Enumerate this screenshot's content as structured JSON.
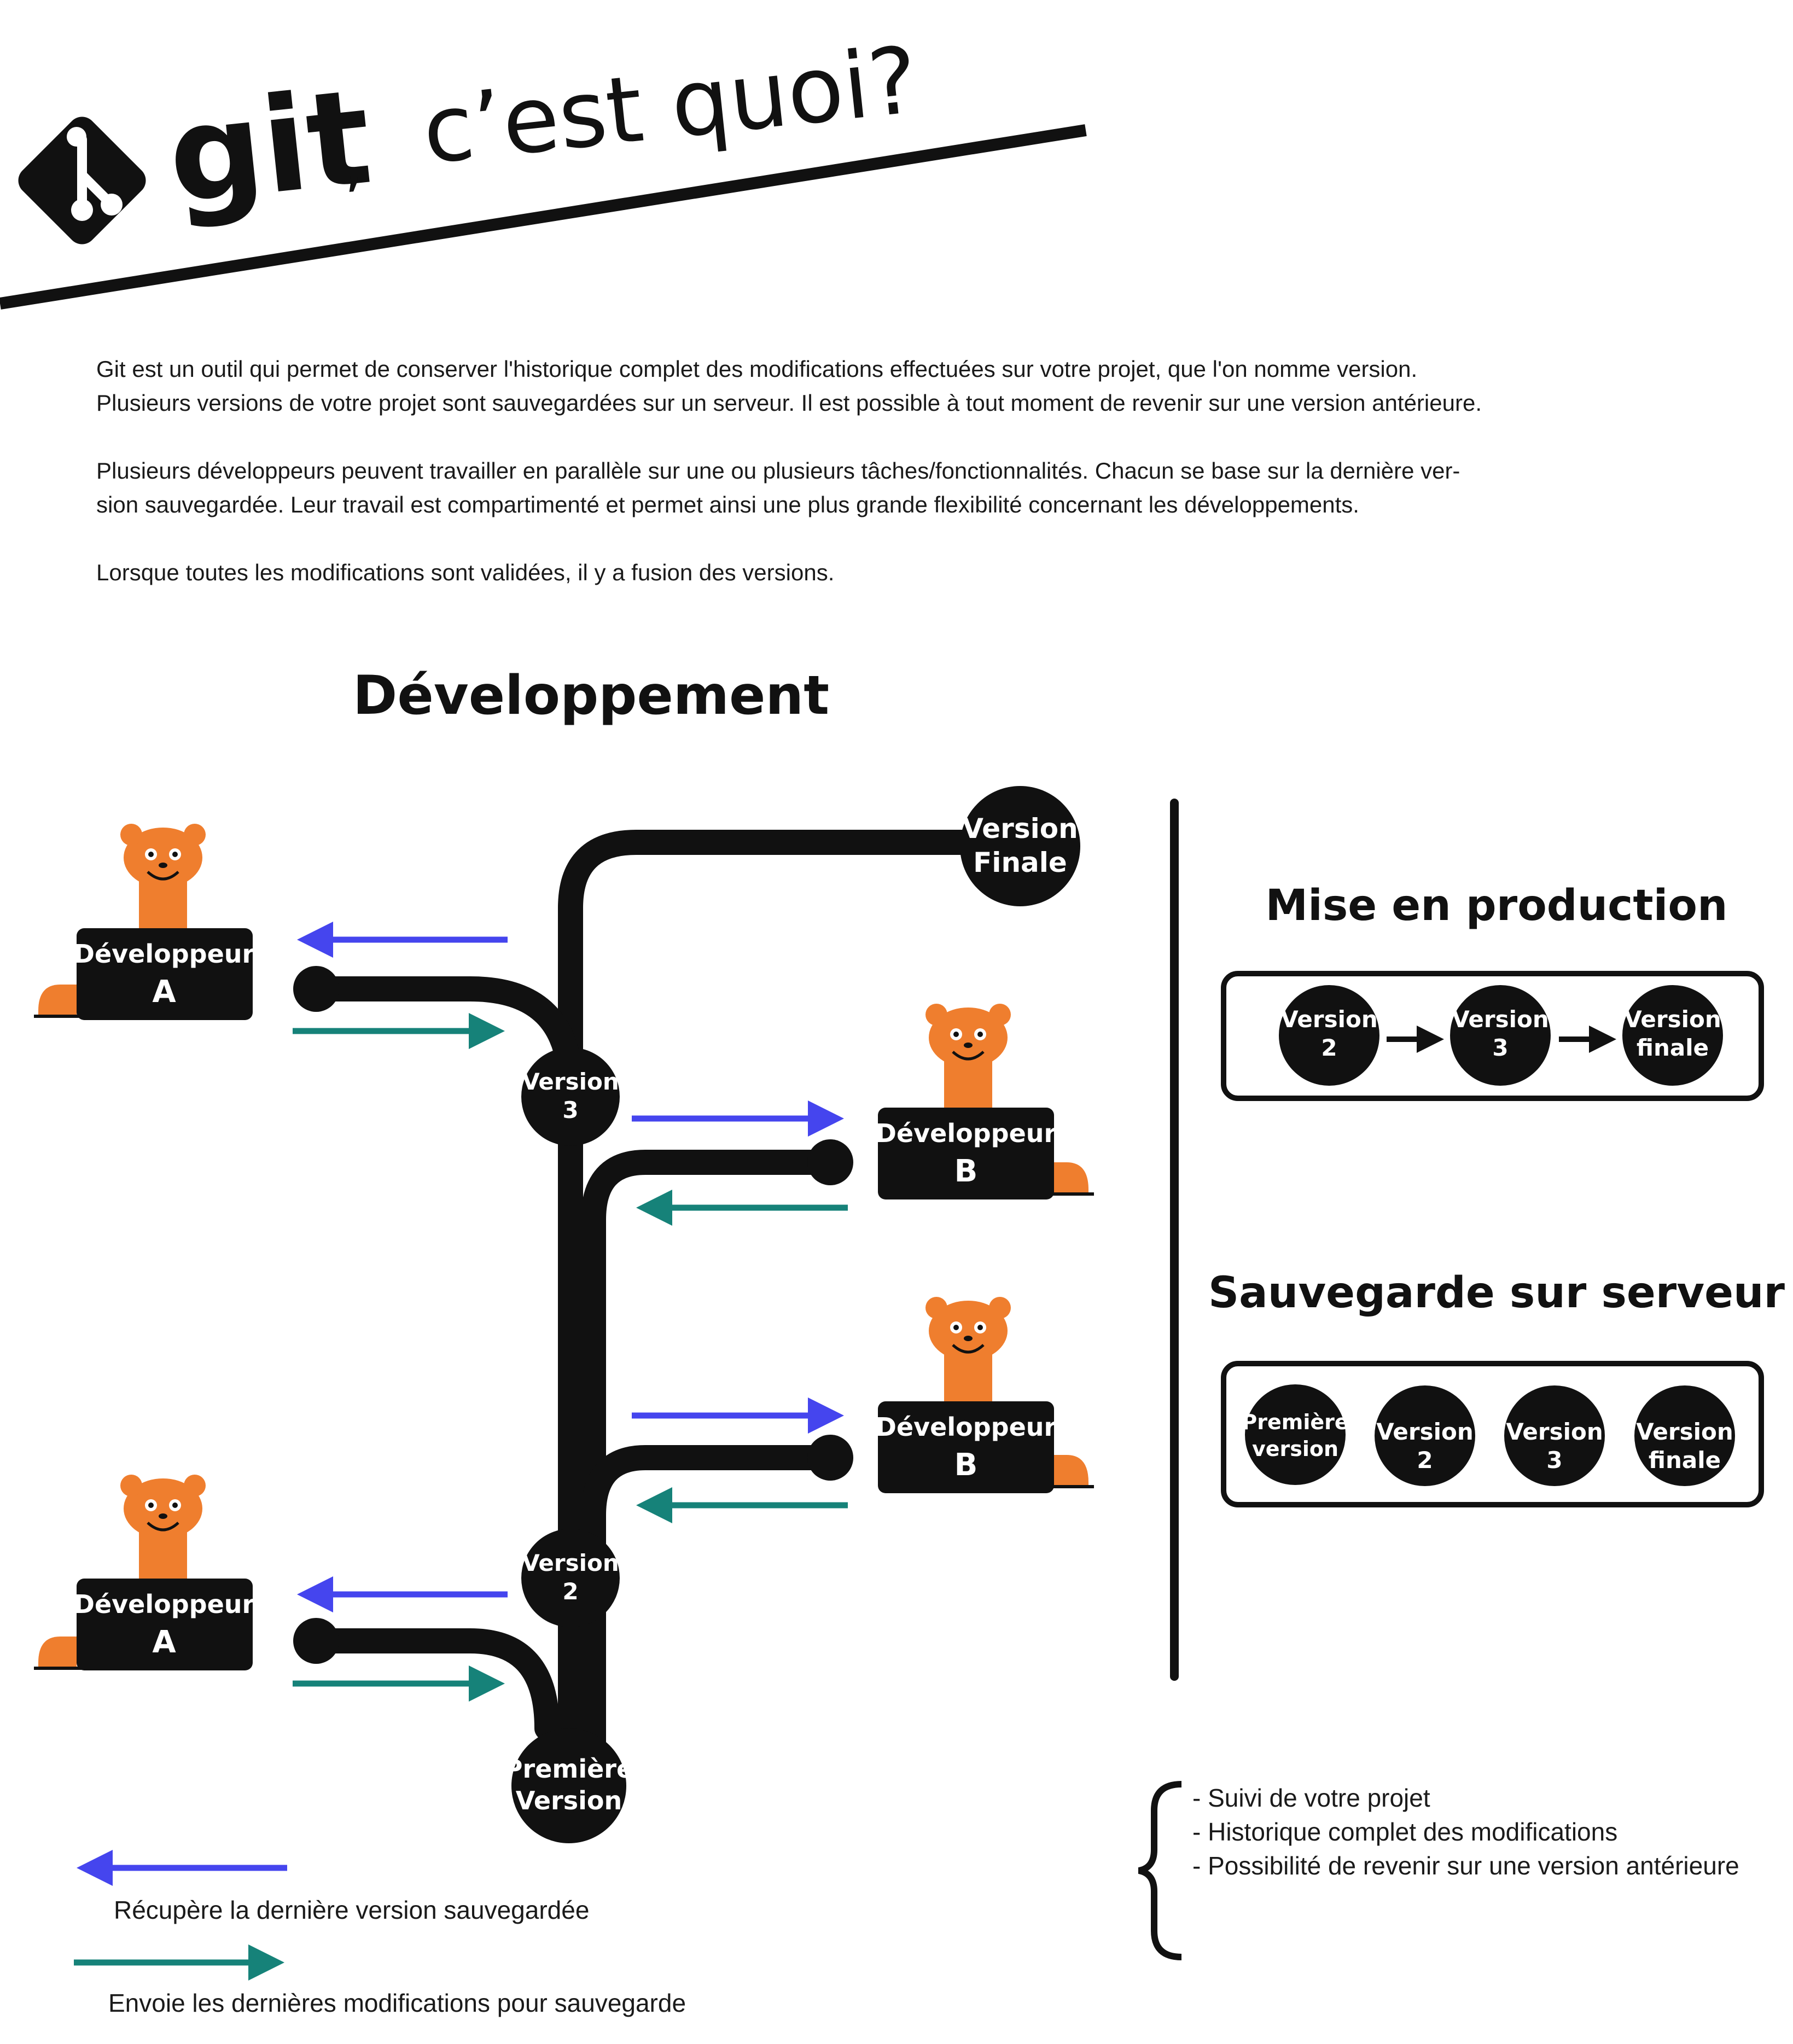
{
  "title": {
    "logo_word": "git",
    "comma": ",",
    "subtitle": "c’est quoi?"
  },
  "intro": {
    "paragraph_1": "Git est un outil qui permet de conserver l'historique complet des modifications effectuées sur votre projet, que l'on nomme version.\nPlusieurs versions de votre projet sont sauvegardées sur un serveur. Il est possible à tout moment de revenir sur une version antérieure.",
    "paragraph_2": "Plusieurs développeurs peuvent travailler en parallèle sur une ou plusieurs tâches/fonctionnalités. Chacun se base sur la dernière ver-\nsion sauvegardée. Leur travail est compartimenté et permet ainsi une plus grande flexibilité concernant les développements.",
    "paragraph_3": "Lorsque toutes les modifications sont validées, il y a fusion des versions."
  },
  "development": {
    "heading": "Développement",
    "nodes": {
      "first": [
        "Première",
        "Version"
      ],
      "v2": [
        "Version",
        "2"
      ],
      "v3": [
        "Version",
        "3"
      ],
      "final": [
        "Version",
        "Finale"
      ]
    },
    "developers": {
      "a_top": [
        "Développeur",
        "A"
      ],
      "b_upper": [
        "Développeur",
        "B"
      ],
      "b_lower": [
        "Développeur",
        "B"
      ],
      "a_bottom": [
        "Développeur",
        "A"
      ]
    }
  },
  "production": {
    "heading": "Mise en production",
    "nodes": [
      [
        "Version",
        "2"
      ],
      [
        "Version",
        "3"
      ],
      [
        "Version",
        "finale"
      ]
    ]
  },
  "server": {
    "heading": "Sauvegarde sur serveur",
    "nodes": [
      [
        "Première",
        "version"
      ],
      [
        "Version",
        "2"
      ],
      [
        "Version",
        "3"
      ],
      [
        "Version",
        "finale"
      ]
    ]
  },
  "benefits": [
    "- Suivi de votre projet",
    "- Historique complet des modifications",
    "- Possibilité de revenir sur une version antérieure"
  ],
  "legend": {
    "fetch": "Récupère la dernière version sauvegardée",
    "push": "Envoie les dernières modifications pour sauvegarde"
  },
  "colors": {
    "fetch_arrow": "#4545ee",
    "push_arrow": "#168279",
    "mascot": "#ef7e2e",
    "ink": "#111111"
  },
  "icons": {
    "logo": "git-branch-diamond-icon",
    "mascot": "otter-mascot-icon",
    "brace": "curly-brace-icon"
  }
}
